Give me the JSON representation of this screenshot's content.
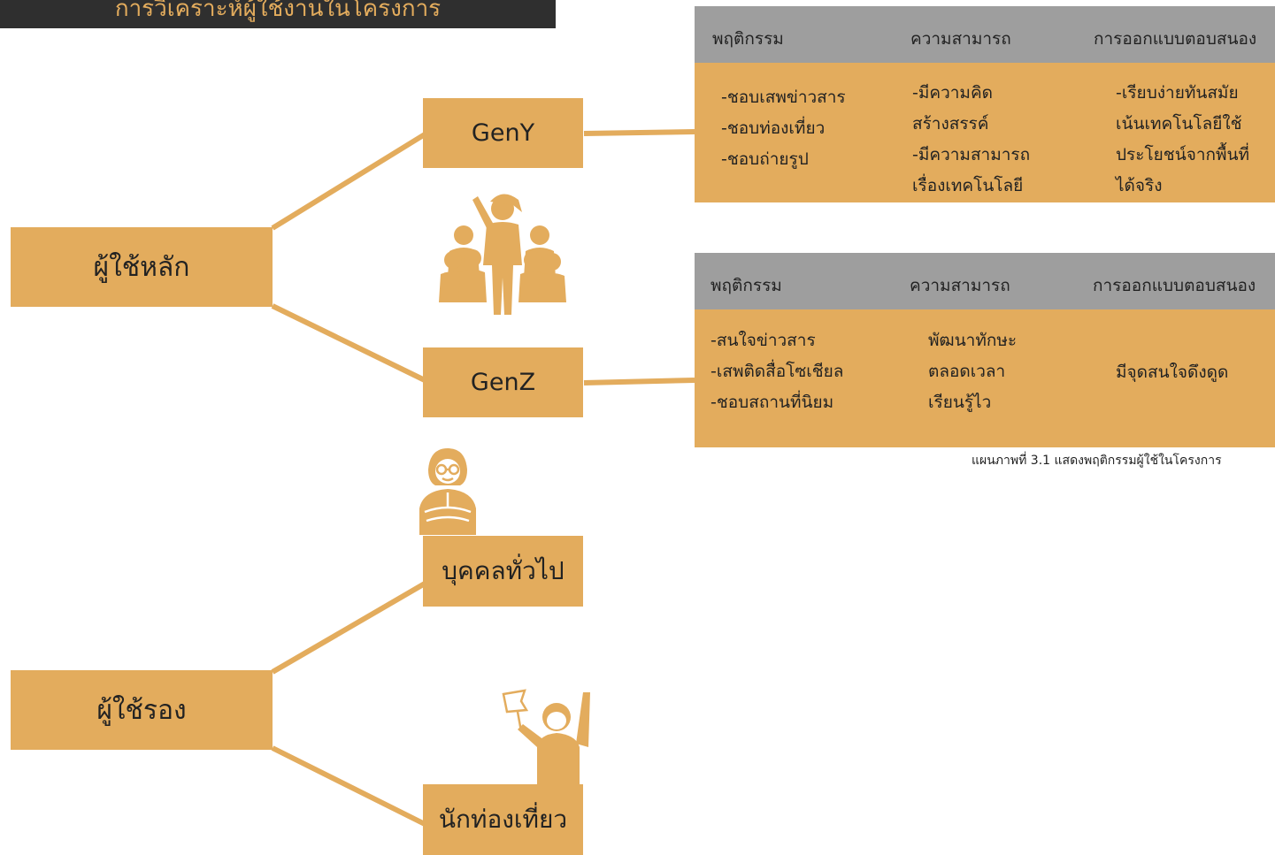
{
  "title": "การวิเคราะห์ผู้ใช้งานในโครงการ",
  "colors": {
    "accent": "#e3ac5d",
    "header_gray": "#9e9e9e",
    "title_bg": "#2f2f2f"
  },
  "groups": {
    "primary": {
      "label": "ผู้ใช้หลัก"
    },
    "secondary": {
      "label": "ผู้ใช้รอง"
    }
  },
  "segments": {
    "geny": "GenY",
    "genz": "GenZ",
    "general": "บุคคลทั่วไป",
    "tourist": "นักท่องเที่ยว"
  },
  "icons": {
    "group": "people-group-icon",
    "general": "person-arms-crossed-icon",
    "tourist": "tourist-with-flag-icon"
  },
  "tables": {
    "geny": {
      "headers": [
        "พฤติกรรม",
        "ความสามารถ",
        "การออกแบบตอบสนอง"
      ],
      "behavior": [
        "-ชอบเสพข่าวสาร",
        "-ชอบท่องเที่ยว",
        "-ชอบถ่ายรูป"
      ],
      "ability": [
        "-มีความคิด",
        "สร้างสรรค์",
        "-มีความสามารถ",
        "เรื่องเทคโนโลยี"
      ],
      "design": [
        "-เรียบง่ายทันสมัย",
        "เน้นเทคโนโลยีใช้",
        "ประโยชน์จากพื้นที่",
        "ได้จริง"
      ]
    },
    "genz": {
      "headers": [
        "พฤติกรรม",
        "ความสามารถ",
        "การออกแบบตอบสนอง"
      ],
      "behavior": [
        "-สนใจข่าวสาร",
        "-เสพติดสื่อโซเชียล",
        "-ชอบสถานที่นิยม"
      ],
      "ability": [
        "พัฒนาทักษะ",
        "ตลอดเวลา",
        "เรียนรู้ไว"
      ],
      "design": [
        "มีจุดสนใจดึงดูด"
      ]
    }
  },
  "caption": "แผนภาพที่ 3.1 แสดงพฤติกรรมผู้ใช้ในโครงการ"
}
